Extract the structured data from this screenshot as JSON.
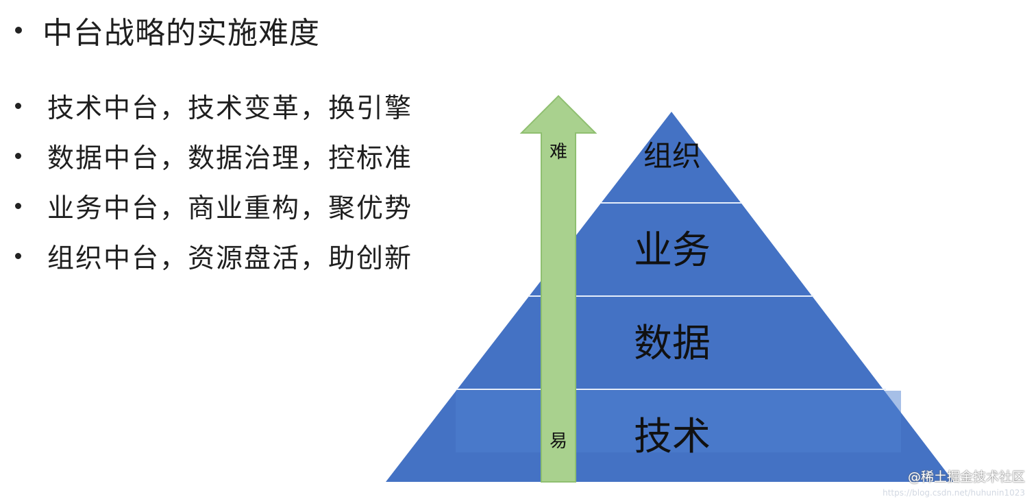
{
  "title": "中台战略的实施难度",
  "items": [
    "技术中台，技术变革，换引擎",
    "数据中台，数据治理，控标准",
    "业务中台，商业重构，聚优势",
    "组织中台，资源盘活，助创新"
  ],
  "pyramid": {
    "layers": [
      "组织",
      "业务",
      "数据",
      "技术"
    ],
    "fill_color": "#4472c4",
    "divider_color": "#e6eefa"
  },
  "arrow": {
    "top_label": "难",
    "bottom_label": "易",
    "fill_color": "#a9d18e",
    "stroke_color": "#8fbf70"
  },
  "watermark": "@稀土掘金技术社区",
  "url_text": "https://blog.csdn.net/huhunin1023"
}
